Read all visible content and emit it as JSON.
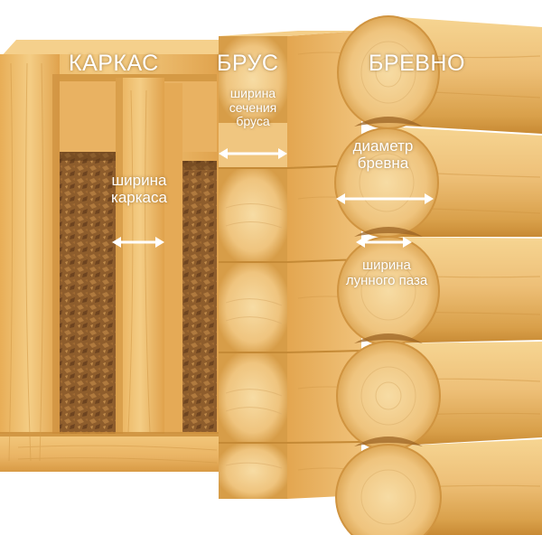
{
  "labels": {
    "karkas": "КАРКАС",
    "brus": "БРУС",
    "brevno": "БРЕВНО",
    "brus_width": "ширина\nсечения\nбруса",
    "frame_width": "ширина\nкаркаса",
    "log_diameter": "диаметр\nбревна",
    "groove_width": "ширина\nлунного паза"
  },
  "colors": {
    "wood_light": "#f2c77a",
    "wood_mid": "#e2a64e",
    "wood_dark": "#c8862e",
    "insulation": "#8b5a2b",
    "label_text": "#ffffff"
  },
  "icons": {
    "measure_arrow": "double-headed-arrow-icon"
  }
}
